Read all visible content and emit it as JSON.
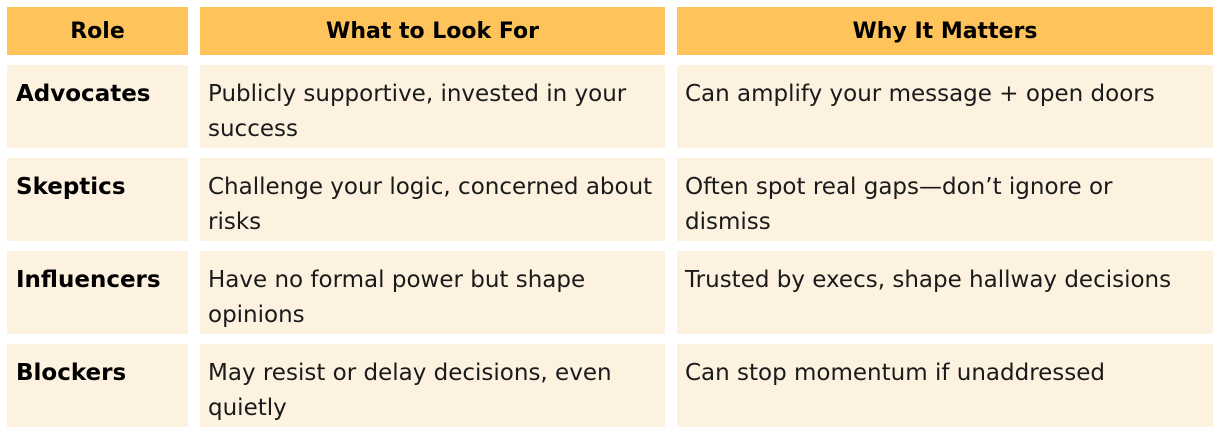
{
  "headers": {
    "role": "Role",
    "what": "What to Look For",
    "why": "Why It Matters"
  },
  "rows": [
    {
      "role": "Advocates",
      "what": "Publicly supportive, invested in your success",
      "why": "Can amplify your message + open doors"
    },
    {
      "role": "Skeptics",
      "what": "Challenge your logic, concerned about risks",
      "why": "Often spot real gaps—don’t ignore or dismiss"
    },
    {
      "role": "Influencers",
      "what": "Have no formal power but shape opinions",
      "why": "Trusted by execs, shape hallway decisions"
    },
    {
      "role": "Blockers",
      "what": "May resist or delay decisions, even quietly",
      "why": "Can stop momentum if unaddressed"
    }
  ],
  "colors": {
    "header_bg": "#fec35b",
    "cell_bg": "#fdf1e0",
    "text": "#1a1a1a"
  }
}
